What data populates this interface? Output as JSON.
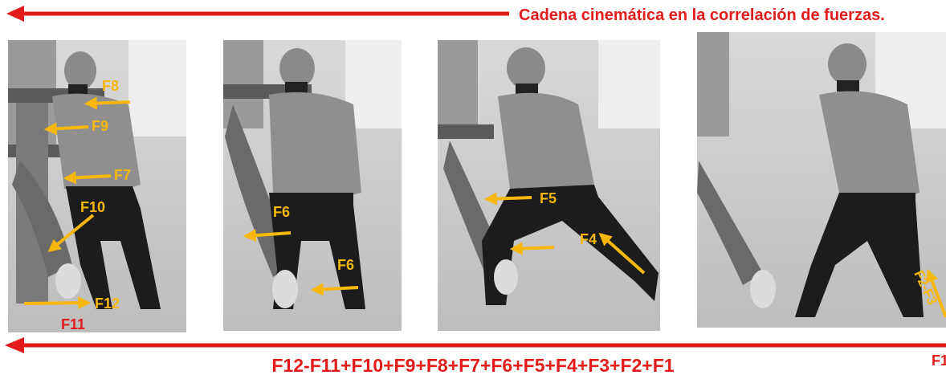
{
  "header": {
    "title": "Cadena cinemática en la correlación de fuerzas."
  },
  "formula": "F12-F11+F10+F9+F8+F7+F6+F5+F4+F3+F2+F1",
  "colors": {
    "red": "#e31b1b",
    "orange": "#f7b70c"
  },
  "panels": [
    {
      "labels": {
        "f8": "F8",
        "f9": "F9",
        "f7": "F7",
        "f10": "F10",
        "f12": "F12",
        "f11": "F11"
      }
    },
    {
      "labels": {
        "f6_upper": "F6",
        "f6_lower": "F6"
      }
    },
    {
      "labels": {
        "f5": "F5",
        "f4": "F4"
      }
    },
    {
      "labels": {
        "f2f3": "F2-F3",
        "f1": "F1"
      }
    }
  ]
}
